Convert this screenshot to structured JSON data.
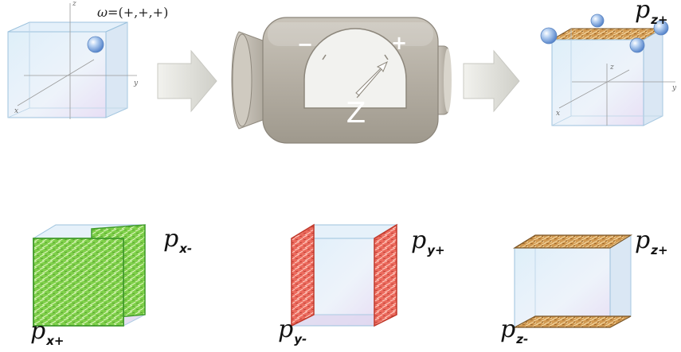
{
  "measurement": {
    "state_label": "ω=(+,+,+)",
    "state_symbol": "ω",
    "state_value": "=(+,+,+)",
    "meter_letter": "Z",
    "meter_minus": "−",
    "meter_plus": "+",
    "result_label": {
      "main": "p",
      "sub": "z+"
    }
  },
  "axes": {
    "x": "x",
    "y": "y",
    "z": "z"
  },
  "projectors": [
    {
      "top_main": "p",
      "top_sub": "x-",
      "bottom_main": "p",
      "bottom_sub": "x+",
      "color": "#7fd04a"
    },
    {
      "top_main": "p",
      "top_sub": "y+",
      "bottom_main": "p",
      "bottom_sub": "y-",
      "color": "#ec6b5e"
    },
    {
      "top_main": "p",
      "top_sub": "z+",
      "bottom_main": "p",
      "bottom_sub": "z-",
      "color": "#d9a35e"
    }
  ],
  "colors": {
    "cube_fill": "#cfe3f2",
    "cube_edge": "#8fb7d4",
    "meter_body": "#b7b1a6",
    "arrow": "#d9d9d4",
    "sphere": "#7fa8e0"
  }
}
